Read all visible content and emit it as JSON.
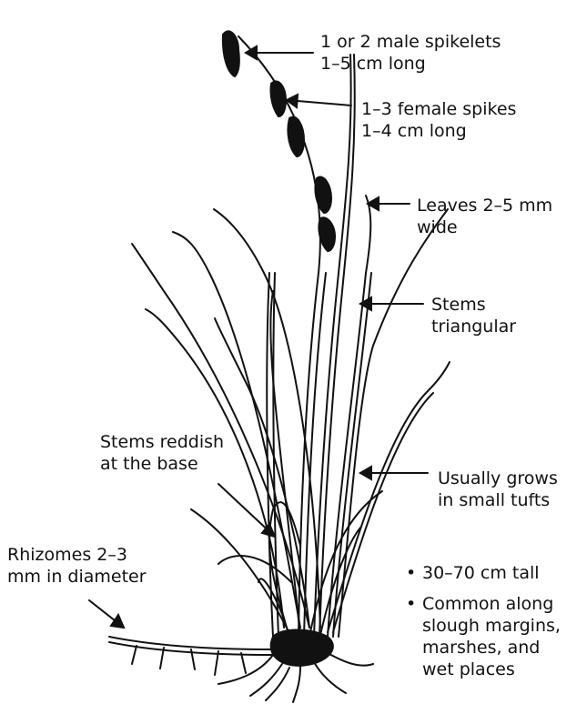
{
  "annotations": {
    "male_spikelets": {
      "line1": "1 or 2 male spikelets",
      "line2": "1–5 cm long"
    },
    "female_spikes": {
      "line1": "1–3 female spikes",
      "line2": "1–4 cm long"
    },
    "leaves": {
      "line1": "Leaves 2–5 mm",
      "line2": "wide"
    },
    "stems": {
      "line1": "Stems",
      "line2": "triangular"
    },
    "tufts": {
      "line1": "Usually grows",
      "line2": "in small tufts"
    },
    "reddish": {
      "line1": "Stems reddish",
      "line2": "at the base"
    },
    "rhizomes": {
      "line1": "Rhizomes 2–3",
      "line2": "mm in diameter"
    }
  },
  "facts": [
    {
      "bullet": "•",
      "lines": [
        "30–70 cm tall"
      ]
    },
    {
      "bullet": "•",
      "lines": [
        "Common along",
        "slough margins,",
        "marshes, and",
        "wet places"
      ]
    }
  ],
  "colors": {
    "ink": "#111111",
    "background": "#ffffff"
  }
}
